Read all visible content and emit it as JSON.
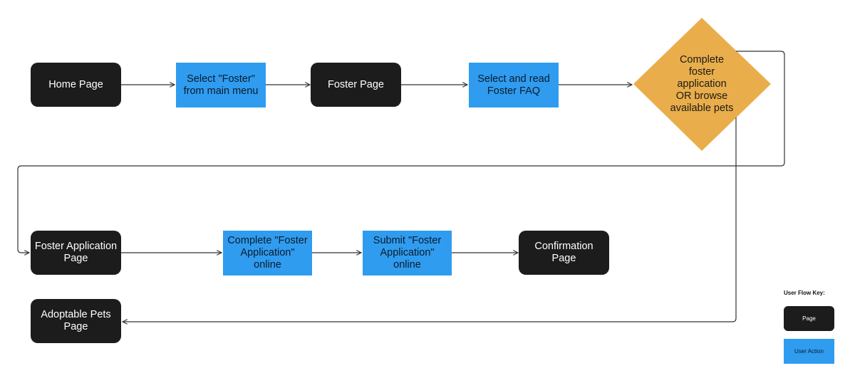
{
  "colors": {
    "page_fill": "#1c1c1c",
    "action_fill": "#2f9cf0",
    "decision_fill": "#e9ae4b",
    "connector": "#333333"
  },
  "nodes": {
    "home_page": "Home Page",
    "select_foster": "Select \"Foster\"\nfrom main menu",
    "foster_page": "Foster Page",
    "read_faq": "Select and read\nFoster FAQ",
    "decision": "Complete\nfoster\napplication\nOR browse\navailable pets",
    "foster_application_page": "Foster Application\nPage",
    "complete_application": "Complete \"Foster\nApplication\"\nonline",
    "submit_application": "Submit \"Foster\nApplication\"\nonline",
    "confirmation_page": "Confirmation\nPage",
    "adoptable_pets_page": "Adoptable Pets\nPage"
  },
  "key": {
    "title": "User Flow Key:",
    "page_label": "Page",
    "action_label": "User Action"
  }
}
